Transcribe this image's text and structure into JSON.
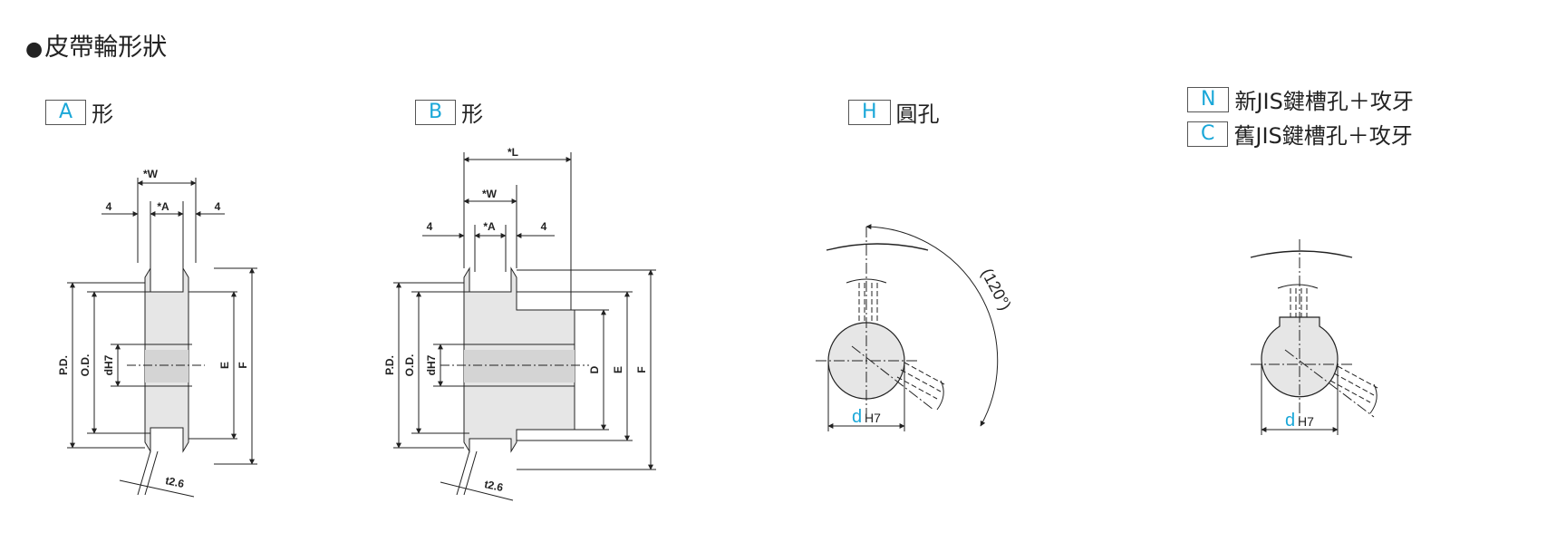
{
  "section_title": "皮帶輪形狀",
  "type_a": {
    "code": "A",
    "suffix": "形"
  },
  "type_b": {
    "code": "B",
    "suffix": "形"
  },
  "bore_h": {
    "code": "H",
    "suffix": "圓孔"
  },
  "bore_n": {
    "code": "N",
    "suffix": "新JIS鍵槽孔＋攻牙"
  },
  "bore_c": {
    "code": "C",
    "suffix": "舊JIS鍵槽孔＋攻牙"
  },
  "dims": {
    "w": "*W",
    "a": "*A",
    "l": "*L",
    "four": "4",
    "pd": "P.D.",
    "od": "O.D.",
    "dh7": "dH7",
    "e": "E",
    "f": "F",
    "d": "D",
    "t": "t2.6",
    "angle": "120°",
    "d_prefix": "d",
    "h7": "H7"
  },
  "colors": {
    "accent": "#1aa7d8",
    "body_fill": "#e6e6e6",
    "line": "#222222"
  }
}
